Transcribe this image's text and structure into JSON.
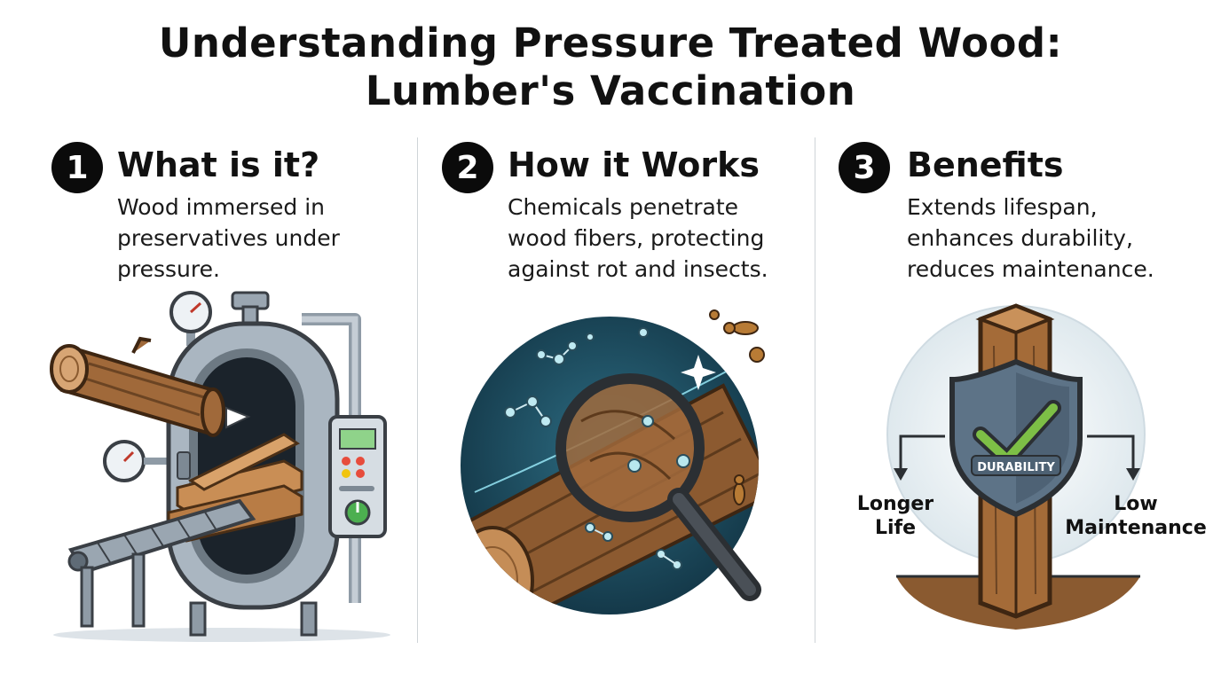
{
  "title": {
    "line1": "Understanding Pressure Treated Wood:",
    "line2": "Lumber's Vaccination"
  },
  "sections": [
    {
      "number": "1",
      "heading": "What is it?",
      "desc_lines": [
        "Wood immersed in",
        "preservatives under",
        "pressure."
      ],
      "icon": "pressure-treatment-machine-icon"
    },
    {
      "number": "2",
      "heading": "How it Works",
      "desc_lines": [
        "Chemicals penetrate",
        "wood fibers, protecting",
        "against rot and insects."
      ],
      "icon": "magnifying-glass-log-icon"
    },
    {
      "number": "3",
      "heading": "Benefits",
      "desc_lines": [
        "Extends lifespan,",
        "enhances durability,",
        "reduces maintenance."
      ],
      "icon": "shield-post-icon",
      "shield_label": "DURABILITY",
      "left_label": [
        "Longer",
        "Life"
      ],
      "right_label": [
        "Low",
        "Maintenance"
      ]
    }
  ],
  "colors": {
    "wood": "#a0693a",
    "wood_dark": "#6b4423",
    "steel": "#b7c2cc",
    "shield": "#5d7387",
    "check": "#7dbf46",
    "accent_teal": "#1f4f63"
  }
}
